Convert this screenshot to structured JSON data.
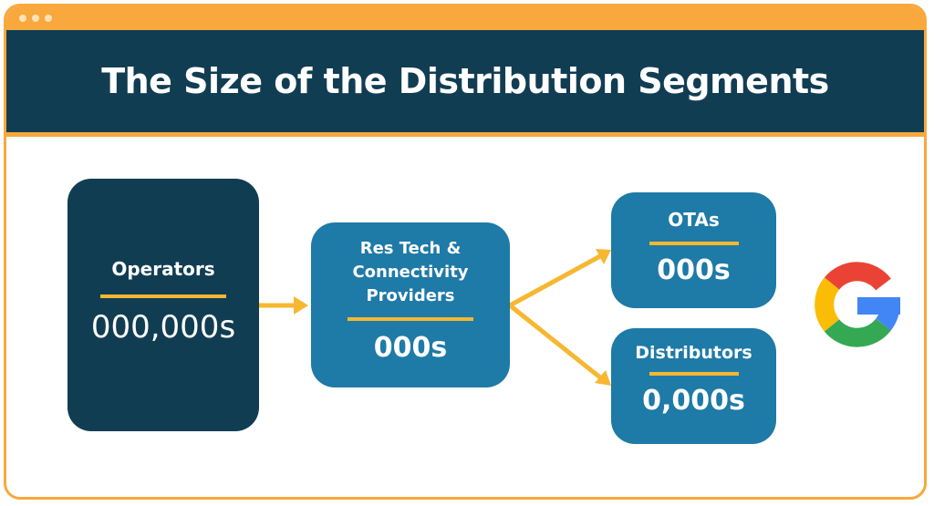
{
  "title": "The Size of the Distribution Segments",
  "nodes": {
    "operators": {
      "label": "Operators",
      "value": "000,000s"
    },
    "restech": {
      "label": "Res Tech & Connectivity Providers",
      "value": "000s"
    },
    "otas": {
      "label": "OTAs",
      "value": "000s"
    },
    "distributors": {
      "label": "Distributors",
      "value": "0,000s"
    }
  },
  "logo": {
    "name": "google-logo"
  },
  "colors": {
    "frame": "#f8a83c",
    "header": "#113d53",
    "operators_box": "#113d53",
    "segment_box": "#1e7aa7",
    "accent": "#f7b731"
  }
}
